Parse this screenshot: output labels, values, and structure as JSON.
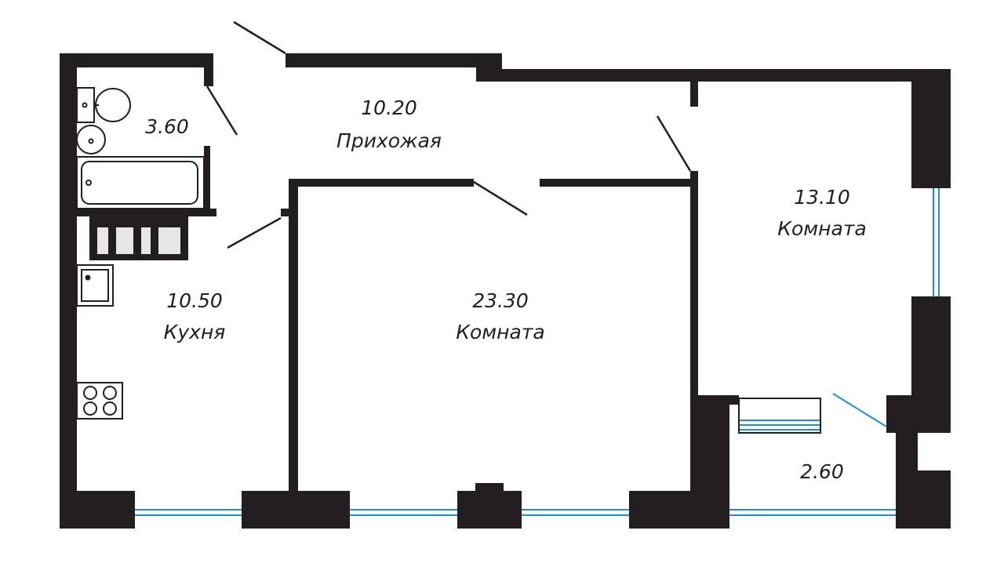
{
  "rooms": {
    "bathroom": {
      "area": "3.60"
    },
    "hallway": {
      "area": "10.20",
      "name": "Прихожая"
    },
    "kitchen": {
      "area": "10.50",
      "name": "Кухня"
    },
    "living_room": {
      "area": "23.30",
      "name": "Комната"
    },
    "bedroom": {
      "area": "13.10",
      "name": "Комната"
    },
    "balcony": {
      "area": "2.60"
    }
  },
  "colors": {
    "wall": "#231f20",
    "window": "#1f8fd0",
    "background": "#ffffff",
    "fixture_stroke": "#231f20"
  }
}
